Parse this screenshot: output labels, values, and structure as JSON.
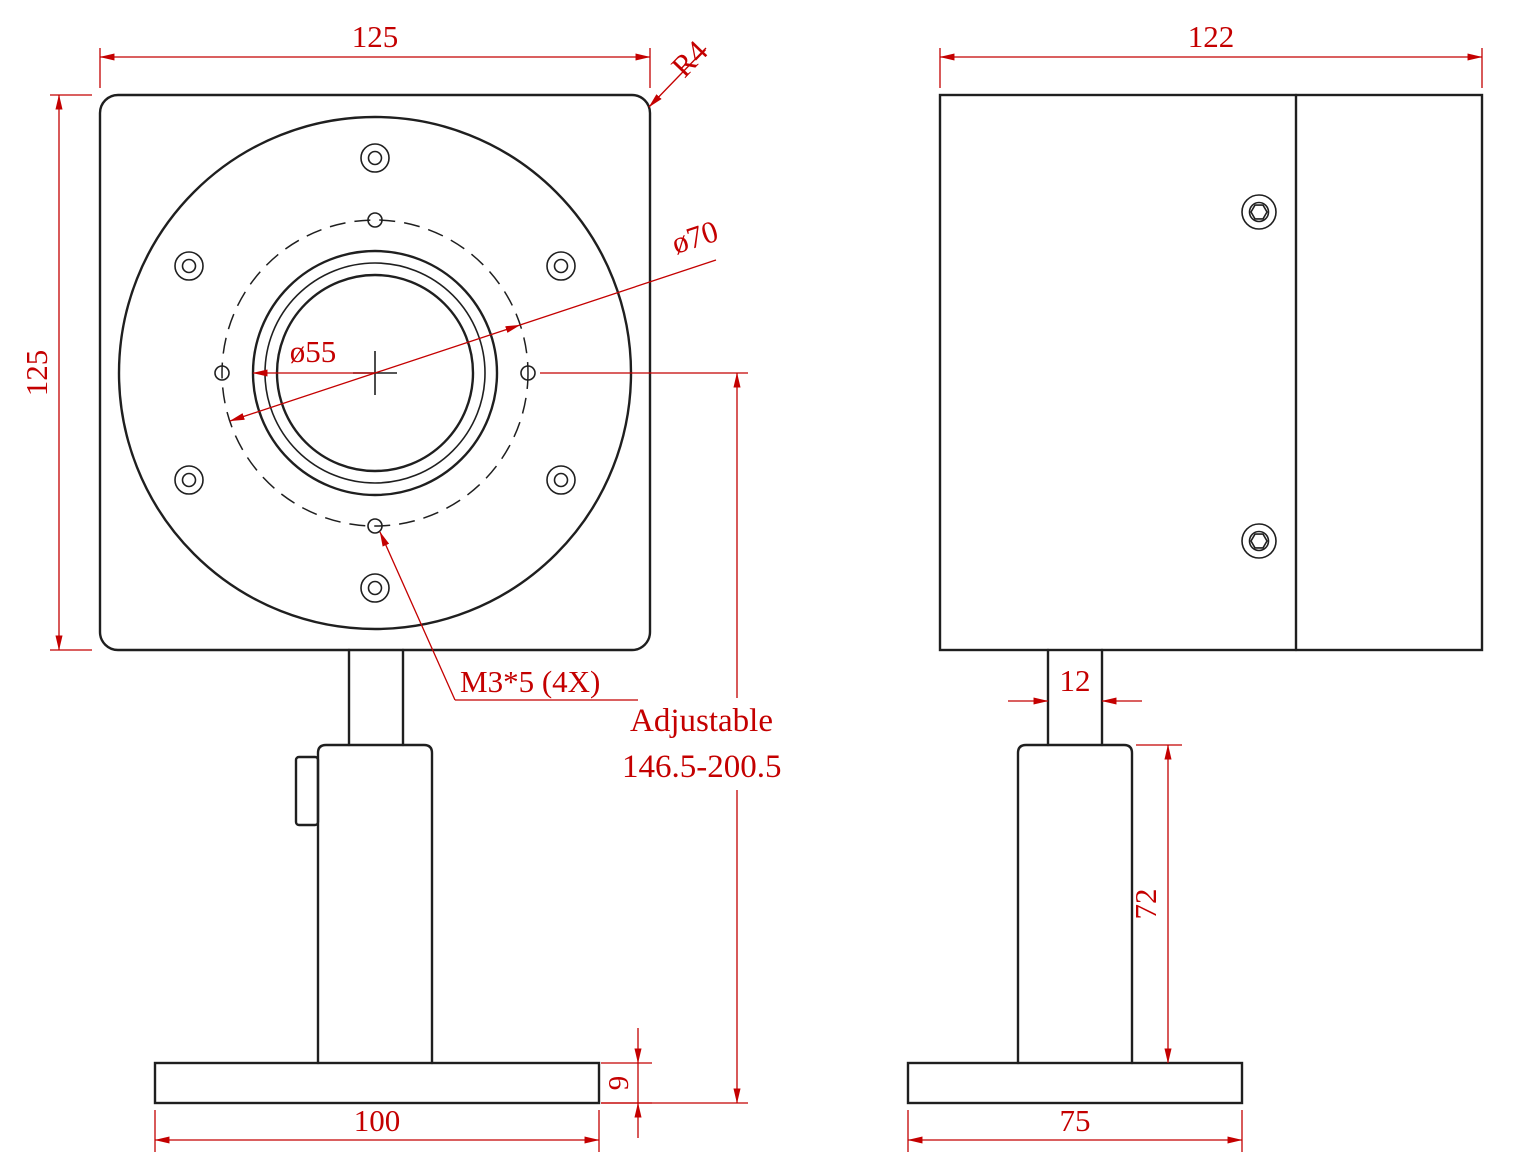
{
  "drawing": {
    "title": "sensor-head-dimension-drawing",
    "front_view": {
      "width_label": "125",
      "height_label": "125",
      "corner_radius_label": "R4",
      "bolt_circle_label": "ø70",
      "aperture_label": "ø55",
      "screw_note": "M3*5 (4X)",
      "adjustable_label": "Adjustable",
      "adjustable_range": "146.5-200.5",
      "base_width_label": "100",
      "base_thickness_label": "9"
    },
    "side_view": {
      "width_label": "122",
      "neck_width_label": "12",
      "column_height_label": "72",
      "base_width_label": "75"
    },
    "colors": {
      "line": "#1f1f1f",
      "dimension": "#c40000",
      "background": "#ffffff"
    }
  }
}
